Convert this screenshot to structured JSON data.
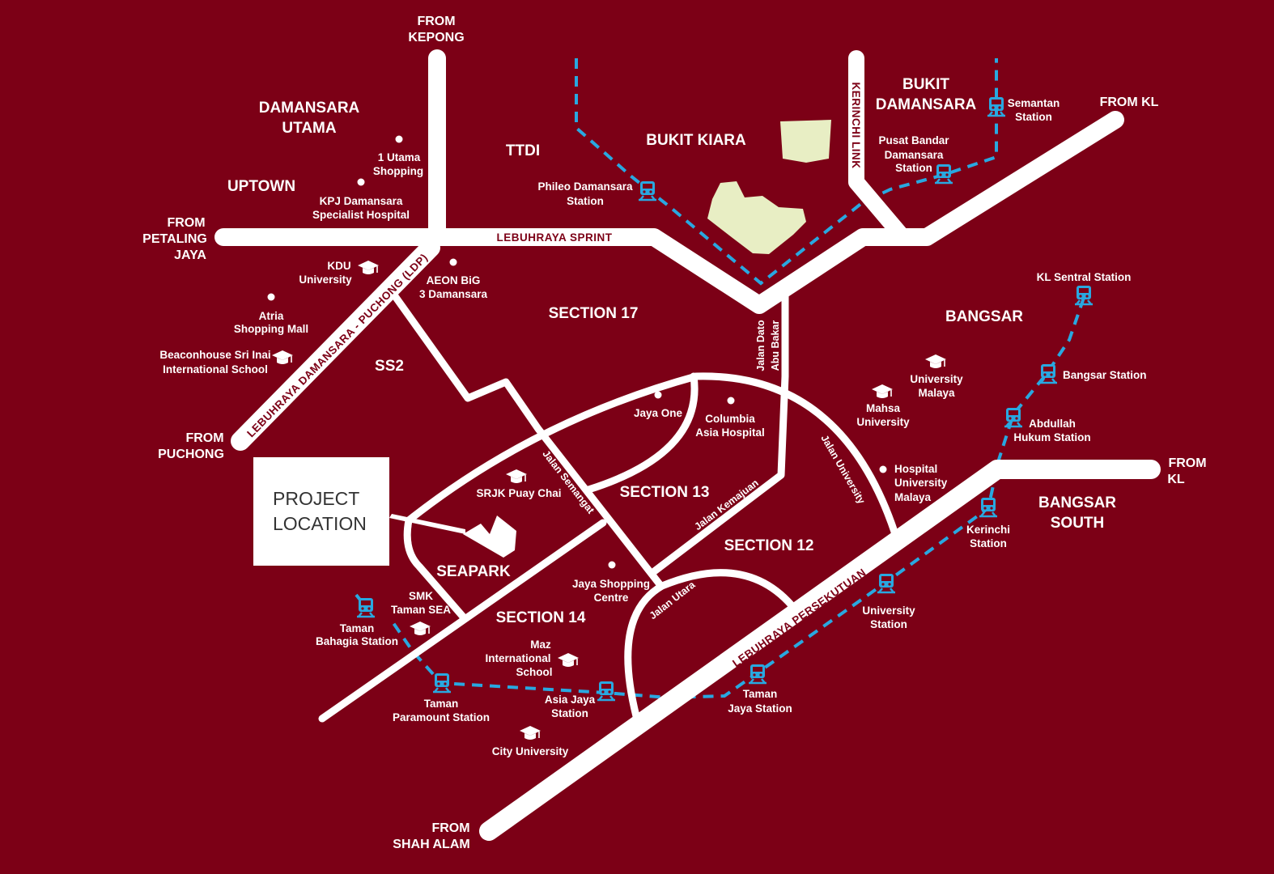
{
  "map": {
    "project": {
      "line1": "PROJECT",
      "line2": "LOCATION"
    },
    "areas": {
      "damansara_utama_1": "DAMANSARA",
      "damansara_utama_2": "UTAMA",
      "uptown": "UPTOWN",
      "ttdi": "TTDI",
      "bukit_kiara": "BUKIT KIARA",
      "bukit_damansara_1": "BUKIT",
      "bukit_damansara_2": "DAMANSARA",
      "section_17": "SECTION 17",
      "ss2": "SS2",
      "bangsar": "BANGSAR",
      "section_13": "SECTION 13",
      "seapark": "SEAPARK",
      "section_12": "SECTION 12",
      "section_14": "SECTION 14",
      "bangsar_south_1": "BANGSAR",
      "bangsar_south_2": "SOUTH"
    },
    "from_labels": {
      "kepong_1": "FROM",
      "kepong_2": "KEPONG",
      "kl_top": "FROM KL",
      "pj_1": "FROM",
      "pj_2": "PETALING",
      "pj_3": "JAYA",
      "puchong_1": "FROM",
      "puchong_2": "PUCHONG",
      "kl_right_1": "FROM",
      "kl_right_2": "KL",
      "shah_alam_1": "FROM",
      "shah_alam_2": "SHAH ALAM"
    },
    "roads": {
      "sprint": "LEBUHRAYA SPRINT",
      "kerinchi": "KERINCHI LINK",
      "ldp": "LEBUHRAYA DAMANSARA - PUCHONG (LDP)",
      "dato_1": "Jalan Dato",
      "dato_2": "Abu Bakar",
      "semangat": "Jalan Semangat",
      "kemajuan": "Jalan Kemajuan",
      "university": "Jalan University",
      "utara": "Jalan Utara",
      "persekutuan": "LEBUHRAYA PERSEKUTUAN"
    },
    "places": {
      "one_utama_1": "1 Utama",
      "one_utama_2": "Shopping",
      "kpj_1": "KPJ Damansara",
      "kpj_2": "Specialist Hospital",
      "kdu_1": "KDU",
      "kdu_2": "University",
      "aeon_1": "AEON BiG",
      "aeon_2": "3 Damansara",
      "atria_1": "Atria",
      "atria_2": "Shopping Mall",
      "beacon_1": "Beaconhouse Sri Inai",
      "beacon_2": "International School",
      "jaya_one": "Jaya One",
      "columbia_1": "Columbia",
      "columbia_2": "Asia Hospital",
      "um_1": "University",
      "um_2": "Malaya",
      "mahsa_1": "Mahsa",
      "mahsa_2": "University",
      "hum_1": "Hospital",
      "hum_2": "University",
      "hum_3": "Malaya",
      "srjk": "SRJK Puay Chai",
      "smk_1": "SMK",
      "smk_2": "Taman SEA",
      "jaya_sc_1": "Jaya Shopping",
      "jaya_sc_2": "Centre",
      "maz_1": "Maz",
      "maz_2": "International",
      "maz_3": "School",
      "city_uni": "City University"
    },
    "stations": {
      "phileo_1": "Phileo Damansara",
      "phileo_2": "Station",
      "semantan_1": "Semantan",
      "semantan_2": "Station",
      "pusat_1": "Pusat Bandar",
      "pusat_2": "Damansara",
      "pusat_3": "Station",
      "kl_sentral": "KL Sentral Station",
      "bangsar": "Bangsar Station",
      "abdullah_1": "Abdullah",
      "abdullah_2": "Hukum Station",
      "kerinchi_1": "Kerinchi",
      "kerinchi_2": "Station",
      "university_1": "University",
      "university_2": "Station",
      "taman_jaya_1": "Taman",
      "taman_jaya_2": "Jaya Station",
      "asia_jaya_1": "Asia Jaya",
      "asia_jaya_2": "Station",
      "paramount_1": "Taman",
      "paramount_2": "Paramount Station",
      "bahagia_1": "Taman",
      "bahagia_2": "Bahagia Station"
    },
    "colors": {
      "background": "#7c0016",
      "road": "#ffffff",
      "rail": "#29a8e0",
      "park": "#e8eec4"
    }
  }
}
